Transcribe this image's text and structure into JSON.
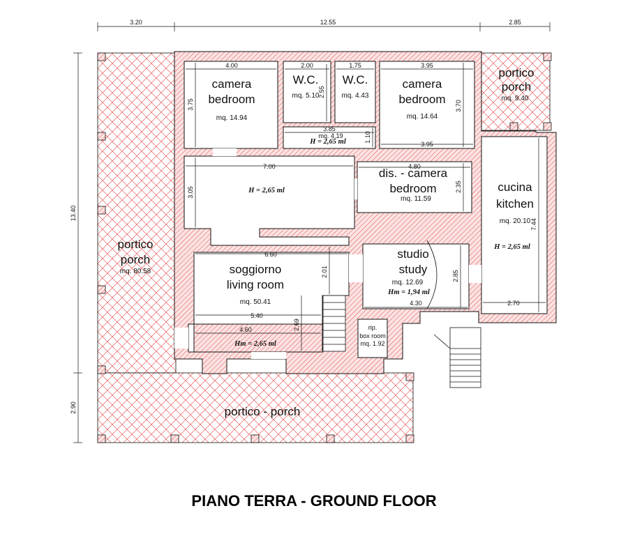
{
  "title": "PIANO TERRA - GROUND FLOOR",
  "colors": {
    "hatch": "#e23a3a",
    "hatch_fill": "#fbe3e3",
    "line": "#111111"
  },
  "rooms": {
    "camera_left": {
      "it": "camera",
      "en": "bedroom",
      "area": "mq.  14.94"
    },
    "wc1": {
      "name": "W.C.",
      "area": "mq.  5.10"
    },
    "wc2": {
      "name": "W.C.",
      "area": "mq.  4.43"
    },
    "camera_right": {
      "it": "camera",
      "en": "bedroom",
      "area": "mq.  14.64"
    },
    "porch_small": {
      "it": "portico",
      "en": "porch",
      "area": "mq.  9.40"
    },
    "dis_camera": {
      "it": "dis. - camera",
      "en": "bedroom",
      "area": "mq.  11.59"
    },
    "kitchen": {
      "it": "cucina",
      "en": "kitchen",
      "area": "mq.  20.10"
    },
    "porch_left": {
      "it": "portico",
      "en": "porch",
      "area": "mq.  80.58"
    },
    "living": {
      "it": "soggiorno",
      "en": "living room",
      "area": "mq.  50.41"
    },
    "study": {
      "it": "studio",
      "en": "study",
      "area": "mq.  12.69",
      "height": "Hm = 1,94 ml"
    },
    "box": {
      "it": "rip.",
      "en": "box room",
      "area": "mq.  1.92"
    },
    "porch_bottom": {
      "name": "portico - porch"
    }
  },
  "heights": {
    "corridor": "H = 2,65 ml",
    "hall": "H = 2,65 ml",
    "kitchen": "H = 2,65 ml",
    "living": "Hm = 2,65 ml"
  },
  "dims": {
    "top_left": "3.20",
    "top_mid": "12.55",
    "top_right": "2.85",
    "left_total": "13.40",
    "left_bottom": "2.90",
    "cam_l_w": "4.00",
    "cam_l_h": "3.75",
    "wc1_w": "2.00",
    "wc1_h": "2.55",
    "wc2_w": "1.75",
    "cam_r_w": "3.95",
    "cam_r_h": "3.70",
    "corr_w": "3.85",
    "corr_mq": "mq. 4.19",
    "corr_h": "1.10",
    "cam_r_w2": "3.95",
    "hall_w": "7.00",
    "hall_h": "3.05",
    "dis_w": "4.80",
    "dis_h": "2.35",
    "kit_h": "7.44",
    "kit_w": "2.70",
    "liv_w": "6.60",
    "liv_h": "2.01",
    "liv_w2": "5.40",
    "liv_w3": "4.60",
    "liv_h2": "2.69",
    "study_h": "2.85",
    "study_w": "4.30"
  }
}
